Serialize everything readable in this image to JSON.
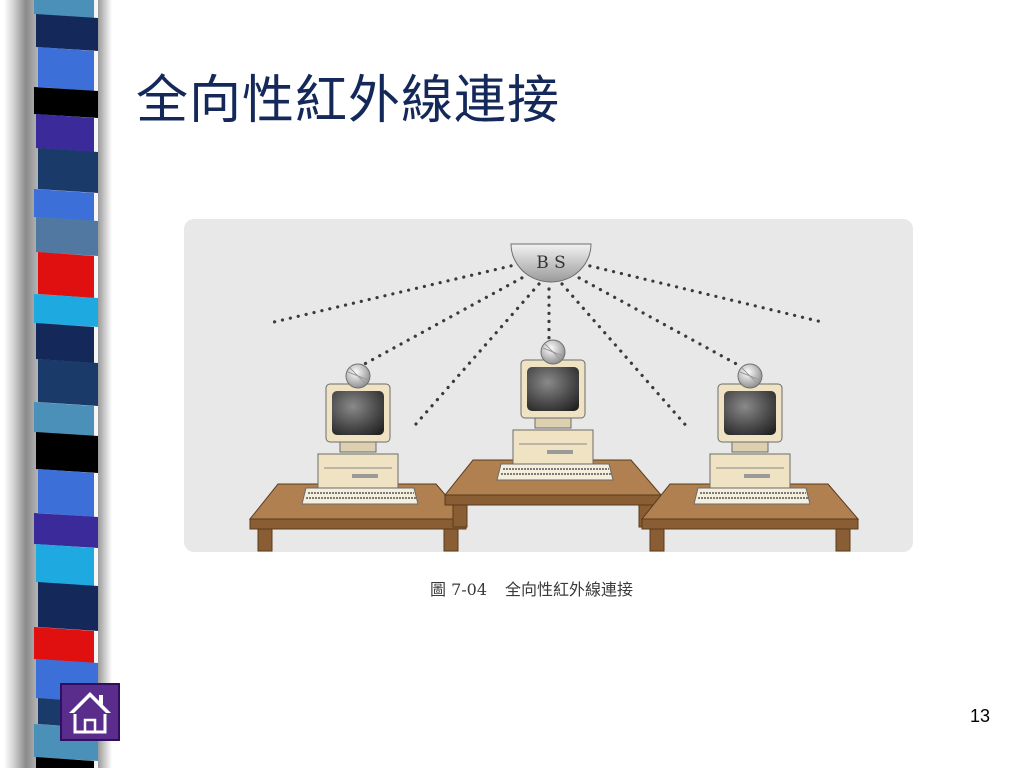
{
  "slide": {
    "title": "全向性紅外線連接",
    "page_number": "13"
  },
  "figure": {
    "base_station_label": "B S",
    "caption_label": "圖 7-04",
    "caption_text": "全向性紅外線連接"
  },
  "nav": {
    "home_icon": "home-icon"
  },
  "colors": {
    "title": "#14285a",
    "panel": "#e8e8e8",
    "desk": "#a8784a",
    "monitor": "#efe3c4",
    "home_button": "#5a2d8c",
    "stripes": [
      "#4a90b8",
      "#14285a",
      "#3c70d8",
      "#000000",
      "#3a2a9a",
      "#1a3a6a",
      "#e01010",
      "#1eaae0",
      "#5078a0"
    ]
  }
}
